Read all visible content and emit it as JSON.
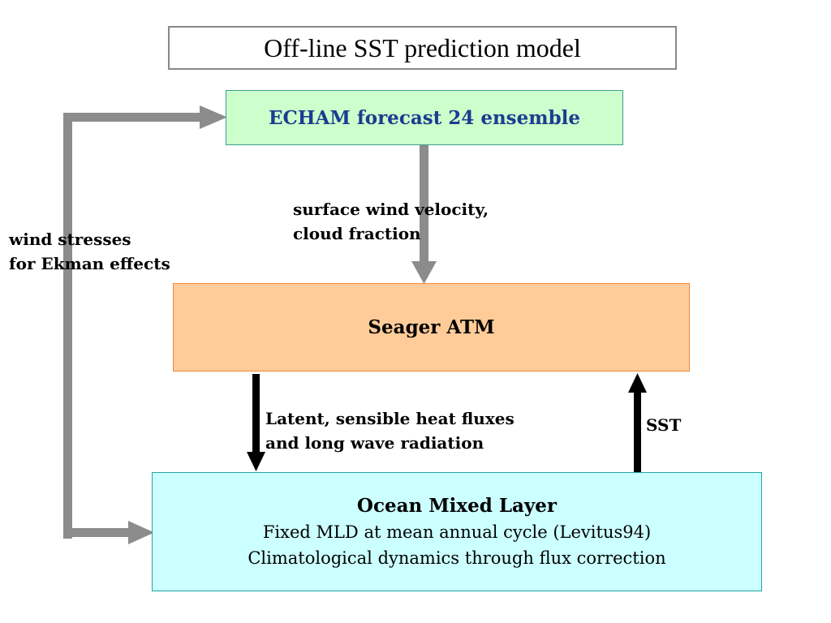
{
  "title": "Off-line SST prediction model",
  "boxes": {
    "echam": "ECHAM forecast 24 ensemble",
    "seager": "Seager ATM",
    "ocean": {
      "title": "Ocean Mixed Layer",
      "line1": "Fixed MLD at mean annual cycle (Levitus94)",
      "line2": "Climatological dynamics through flux correction"
    }
  },
  "labels": {
    "wind_line1": "surface wind velocity,",
    "wind_line2": "cloud fraction",
    "stress_line1": "wind stresses",
    "stress_line2": "for Ekman effects",
    "flux_line1": "Latent, sensible heat fluxes",
    "flux_line2": "and long wave radiation",
    "sst": "SST"
  },
  "colors": {
    "echam_fill": "#ccffcc",
    "echam_text": "#1a3d8f",
    "seager_fill": "#ffcc99",
    "ocean_fill": "#ccffff",
    "gray_arrow": "#8c8c8c",
    "black_arrow": "#000000"
  }
}
